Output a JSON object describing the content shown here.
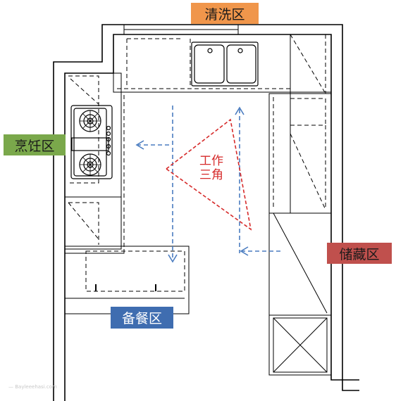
{
  "zones": {
    "washing": "清洗区",
    "cooking": "烹饪区",
    "dining_prep": "备餐区",
    "storage": "储藏区"
  },
  "work_triangle": {
    "line1": "工作",
    "line2": "三角"
  },
  "colors": {
    "washing": "#f0964b",
    "cooking": "#7aa84b",
    "dining_prep": "#3f6db0",
    "storage": "#c0504d",
    "triangle": "#d62a2a",
    "flow_arrow": "#4a7cc0",
    "wall": "#000000"
  },
  "watermark": "— Bayleeehasi.com"
}
